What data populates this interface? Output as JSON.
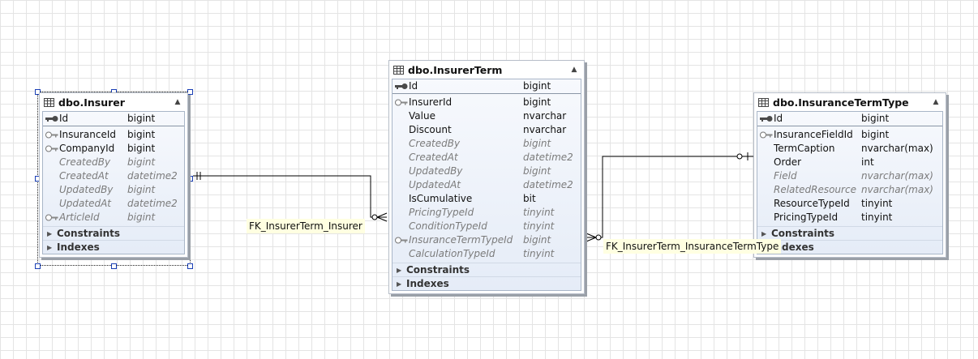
{
  "colors": {
    "connector": "#000000",
    "label_bg": "#ffffe1",
    "handle": "#1a3fb5",
    "body_gradient_top": "#f7f9fd",
    "body_gradient_bottom": "#e5ecf7"
  },
  "tables": {
    "insurer": {
      "title": "dbo.Insurer",
      "pk": [
        {
          "name": "Id",
          "type": "bigint",
          "icon": "primary-key-icon"
        }
      ],
      "columns": [
        {
          "name": "InsuranceId",
          "type": "bigint",
          "icon": "foreign-key-icon",
          "italic": false
        },
        {
          "name": "CompanyId",
          "type": "bigint",
          "icon": "foreign-key-icon",
          "italic": false
        },
        {
          "name": "CreatedBy",
          "type": "bigint",
          "icon": "",
          "italic": true
        },
        {
          "name": "CreatedAt",
          "type": "datetime2",
          "icon": "",
          "italic": true
        },
        {
          "name": "UpdatedBy",
          "type": "bigint",
          "icon": "",
          "italic": true
        },
        {
          "name": "UpdatedAt",
          "type": "datetime2",
          "icon": "",
          "italic": true
        },
        {
          "name": "ArticleId",
          "type": "bigint",
          "icon": "foreign-key-icon",
          "italic": true
        }
      ],
      "sections": [
        "Constraints",
        "Indexes"
      ]
    },
    "insurer_term": {
      "title": "dbo.InsurerTerm",
      "pk": [
        {
          "name": "Id",
          "type": "bigint",
          "icon": "primary-key-icon"
        }
      ],
      "columns": [
        {
          "name": "InsurerId",
          "type": "bigint",
          "icon": "foreign-key-icon",
          "italic": false
        },
        {
          "name": "Value",
          "type": "nvarchar",
          "icon": "",
          "italic": false
        },
        {
          "name": "Discount",
          "type": "nvarchar",
          "icon": "",
          "italic": false
        },
        {
          "name": "CreatedBy",
          "type": "bigint",
          "icon": "",
          "italic": true
        },
        {
          "name": "CreatedAt",
          "type": "datetime2",
          "icon": "",
          "italic": true
        },
        {
          "name": "UpdatedBy",
          "type": "bigint",
          "icon": "",
          "italic": true
        },
        {
          "name": "UpdatedAt",
          "type": "datetime2",
          "icon": "",
          "italic": true
        },
        {
          "name": "IsCumulative",
          "type": "bit",
          "icon": "",
          "italic": false
        },
        {
          "name": "PricingTypeId",
          "type": "tinyint",
          "icon": "",
          "italic": true
        },
        {
          "name": "ConditionTypeId",
          "type": "tinyint",
          "icon": "",
          "italic": true
        },
        {
          "name": "InsuranceTermTypeId",
          "type": "bigint",
          "icon": "foreign-key-icon",
          "italic": true
        },
        {
          "name": "CalculationTypeId",
          "type": "tinyint",
          "icon": "",
          "italic": true
        }
      ],
      "sections": [
        "Constraints",
        "Indexes"
      ]
    },
    "insurance_term_type": {
      "title": "dbo.InsuranceTermType",
      "pk": [
        {
          "name": "Id",
          "type": "bigint",
          "icon": "primary-key-icon"
        }
      ],
      "columns": [
        {
          "name": "InsuranceFieldId",
          "type": "bigint",
          "icon": "foreign-key-icon",
          "italic": false
        },
        {
          "name": "TermCaption",
          "type": "nvarchar(max)",
          "icon": "",
          "italic": false
        },
        {
          "name": "Order",
          "type": "int",
          "icon": "",
          "italic": false
        },
        {
          "name": "Field",
          "type": "nvarchar(max)",
          "icon": "",
          "italic": true
        },
        {
          "name": "RelatedResource",
          "type": "nvarchar(max)",
          "icon": "",
          "italic": true
        },
        {
          "name": "ResourceTypeId",
          "type": "tinyint",
          "icon": "",
          "italic": false
        },
        {
          "name": "PricingTypeId",
          "type": "tinyint",
          "icon": "",
          "italic": false
        }
      ],
      "sections": [
        "Constraints",
        "Indexes"
      ]
    }
  },
  "relationships": [
    {
      "name": "FK_InsurerTerm_Insurer"
    },
    {
      "name": "FK_InsurerTerm_InsuranceTermType"
    }
  ]
}
